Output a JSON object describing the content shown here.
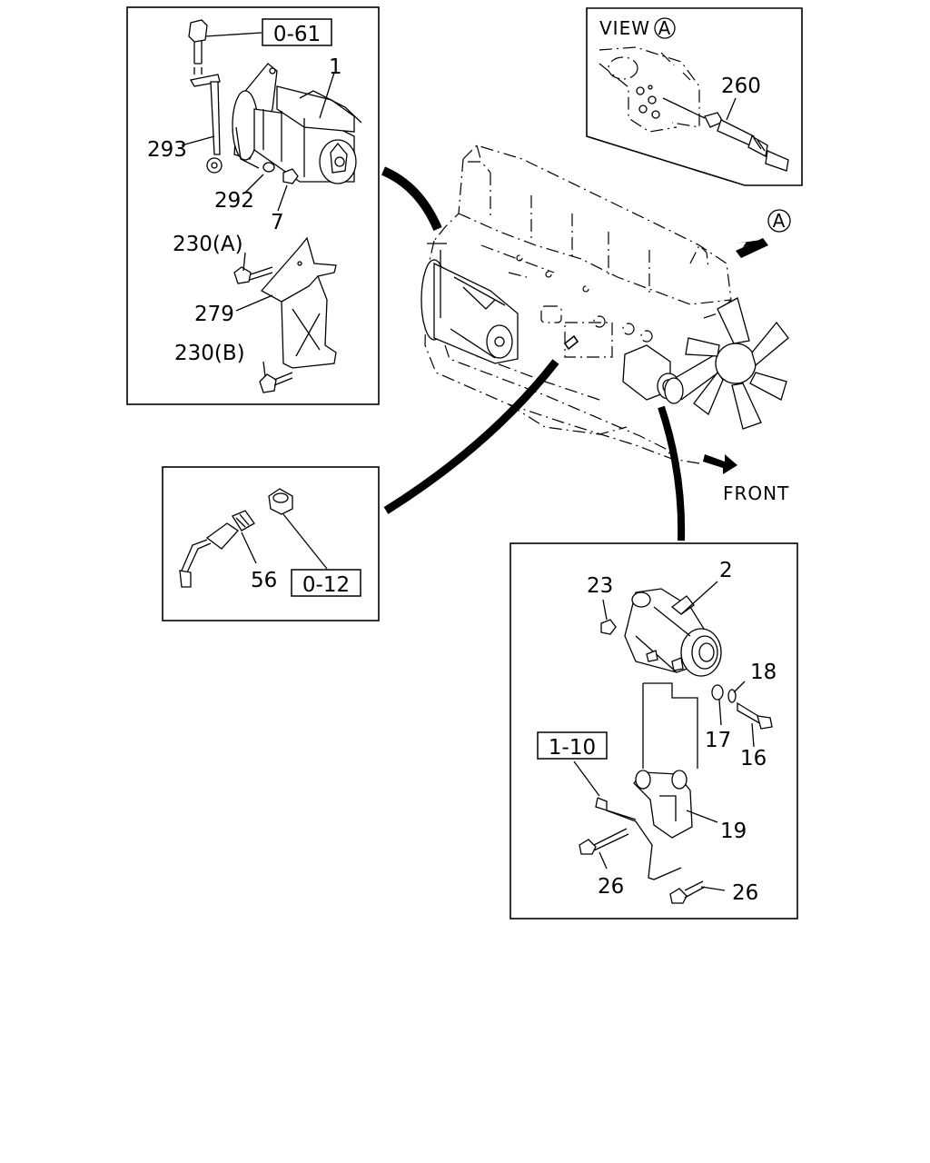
{
  "labels": {
    "starter": {
      "ref_0_61": "0-61",
      "n1": "1",
      "n293": "293",
      "n292": "292",
      "n7": "7",
      "n230a": "230(A)",
      "n279": "279",
      "n230b": "230(B)"
    },
    "view": {
      "title": "VIEW",
      "circle": "A",
      "n260": "260"
    },
    "engine": {
      "arrow_circle": "A",
      "front": "FRONT"
    },
    "sensor": {
      "n56": "56",
      "ref_0_12": "0-12"
    },
    "alternator": {
      "n2": "2",
      "n23": "23",
      "n18": "18",
      "n17": "17",
      "n16": "16",
      "ref_1_10": "1-10",
      "n19": "19",
      "n26a": "26",
      "n26b": "26"
    }
  }
}
